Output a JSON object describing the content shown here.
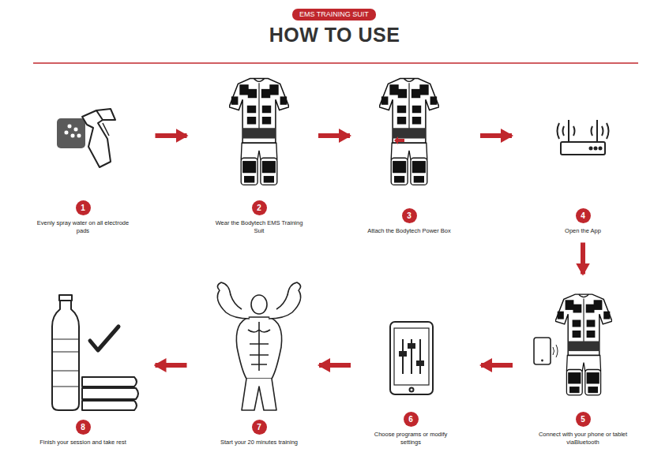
{
  "diagram": {
    "title": "HOW TO USE",
    "nodes": [
      {
        "text": [
          "EMS TRAINING SUIT"
        ]
      },
      {
        "text": [
          "1",
          "Evenly spray water on all electrode pads"
        ]
      },
      {
        "text": [
          "2",
          "Wear the Bodytech EMS Training Suit"
        ]
      },
      {
        "text": [
          "3",
          "Attach the Bodytech Power Box"
        ]
      },
      {
        "text": [
          "4",
          "Open the App"
        ]
      },
      {
        "text": [
          "5",
          "Connect with your phone or tablet viaBluetooth"
        ]
      },
      {
        "text": [
          "6",
          "Choose programs or modify settings"
        ]
      },
      {
        "text": [
          "7",
          "Start your 20 minutes training"
        ]
      },
      {
        "text": [
          "8",
          "Finish your session and take rest"
        ]
      }
    ],
    "edges": [
      {
        "from": 1,
        "to": 2,
        "arrow": "to"
      },
      {
        "from": 2,
        "to": 3,
        "arrow": "to"
      },
      {
        "from": 3,
        "to": 4,
        "arrow": "to"
      },
      {
        "from": 4,
        "to": 5,
        "arrow": "to"
      },
      {
        "from": 5,
        "to": 6,
        "arrow": "to"
      },
      {
        "from": 6,
        "to": 7,
        "arrow": "to"
      },
      {
        "from": 7,
        "to": 8,
        "arrow": "to"
      }
    ]
  }
}
